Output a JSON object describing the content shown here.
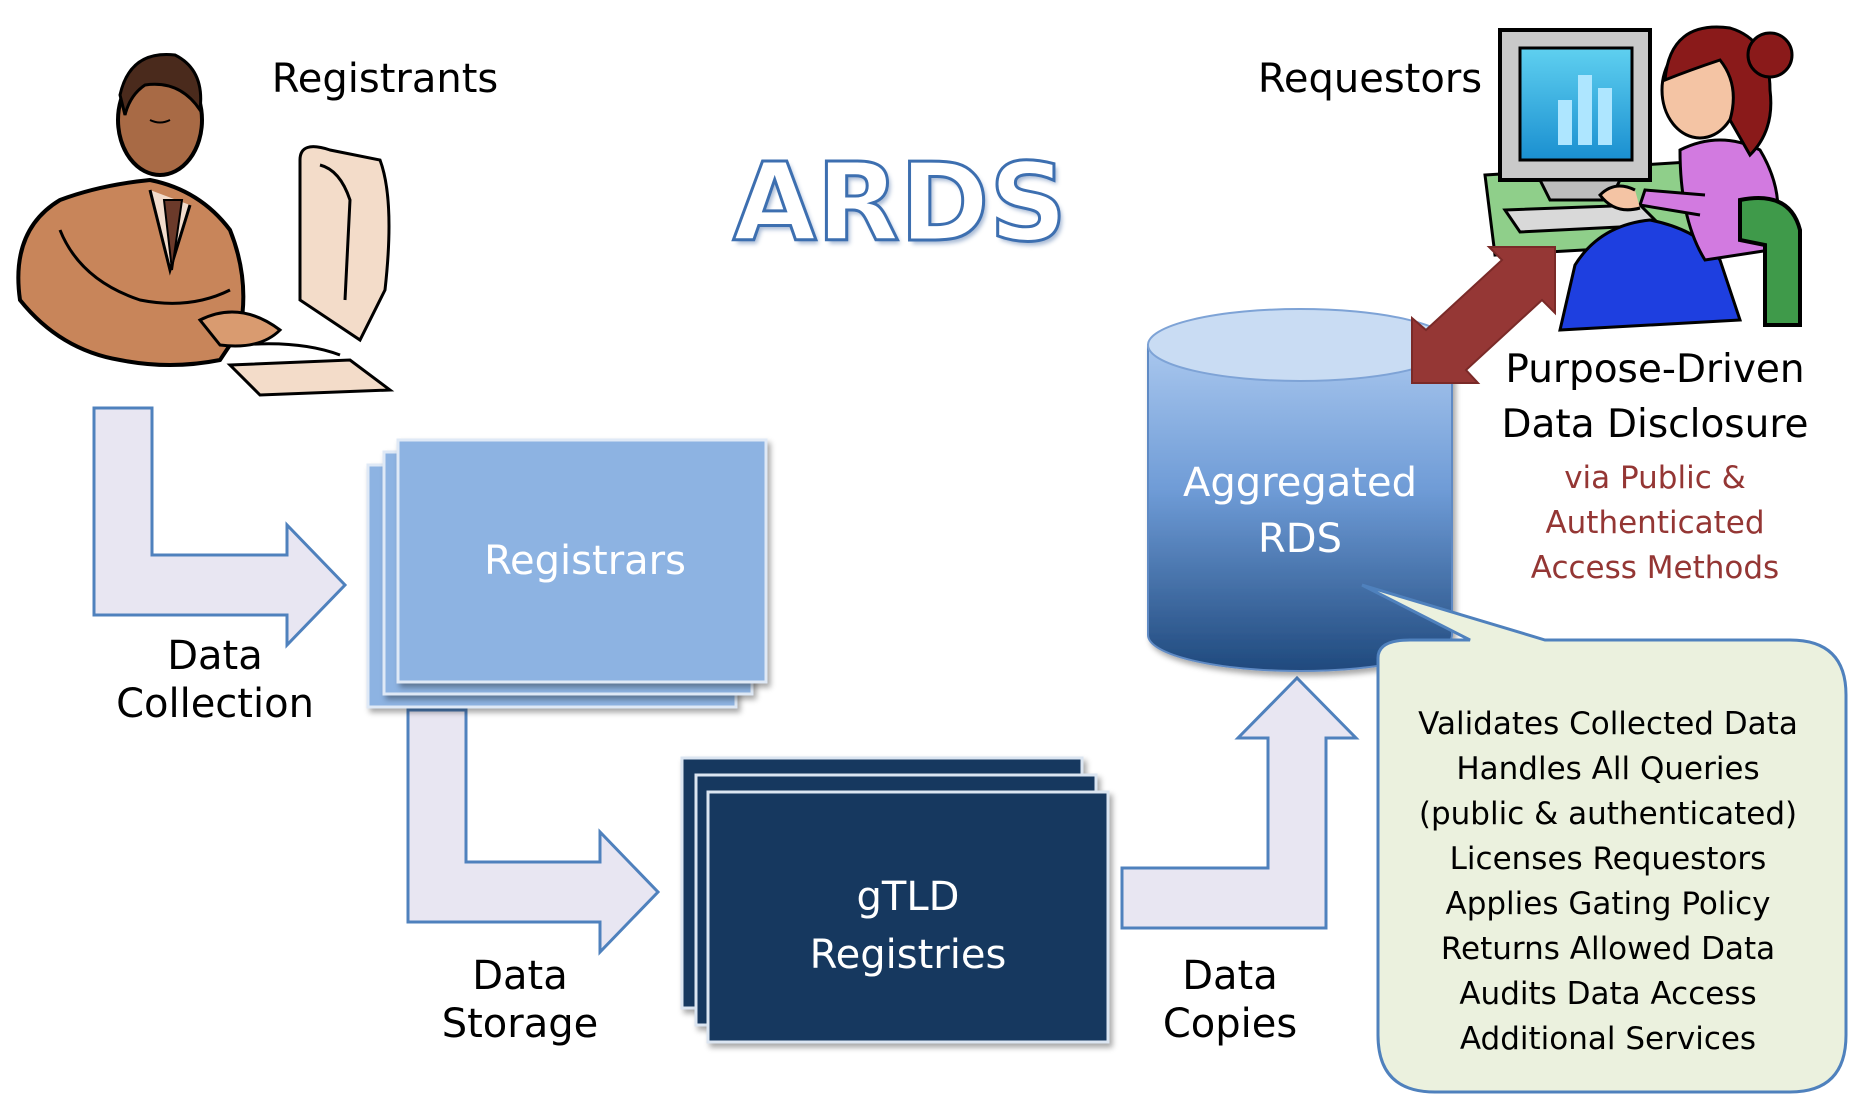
{
  "title": "ARDS",
  "actors": {
    "registrants": "Registrants",
    "requestors": "Requestors"
  },
  "boxes": {
    "registrars": "Registrars",
    "registries_line1": "gTLD",
    "registries_line2": "Registries",
    "rds_line1": "Aggregated",
    "rds_line2": "RDS"
  },
  "flows": {
    "collection_line1": "Data",
    "collection_line2": "Collection",
    "storage_line1": "Data",
    "storage_line2": "Storage",
    "copies_line1": "Data",
    "copies_line2": "Copies"
  },
  "disclosure": {
    "line1": "Purpose-Driven",
    "line2": "Data Disclosure",
    "access_line1": "via Public &",
    "access_line2": "Authenticated",
    "access_line3": "Access Methods"
  },
  "rds_functions": [
    "Validates Collected Data",
    "Handles All Queries",
    "(public & authenticated)",
    "Licenses Requestors",
    "Applies Gating Policy",
    "Returns Allowed Data",
    "Audits Data Access",
    "Additional Services"
  ],
  "colors": {
    "arrow_fill": "#e8e6f2",
    "arrow_stroke": "#4f81bd",
    "registrars_fill": "#8db3e2",
    "registries_fill": "#17375e",
    "rds_top": "#c6d9f1",
    "rds_bottom": "#1f497d",
    "callout_fill": "#ebf1de",
    "double_arrow": "#953735",
    "access_text": "#943634"
  }
}
